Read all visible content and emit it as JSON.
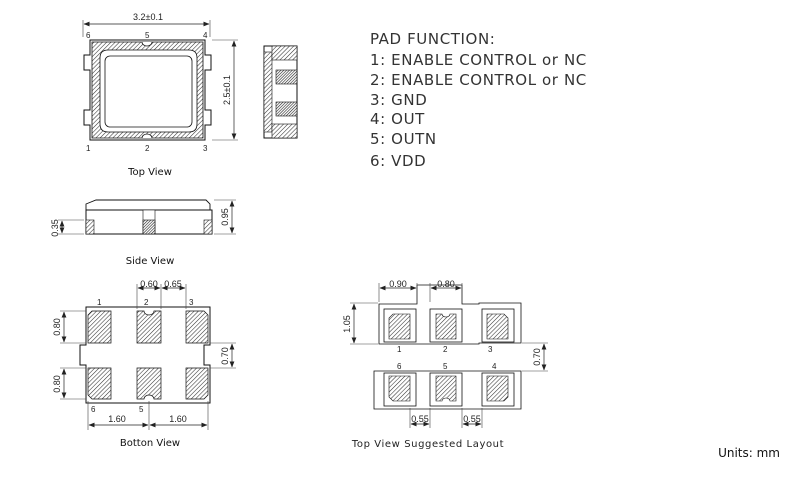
{
  "pad_function": {
    "title": "PAD FUNCTION:",
    "items": [
      "1: ENABLE CONTROL or NC",
      "2: ENABLE CONTROL or NC",
      "3: GND",
      "4: OUT",
      "5: OUTN",
      "6: VDD"
    ]
  },
  "top_view": {
    "caption": "Top View",
    "width_dim": "3.2±0.1",
    "height_dim": "2.5±0.1",
    "pins": {
      "p1": "1",
      "p2": "2",
      "p3": "3",
      "p4": "4",
      "p5": "5",
      "p6": "6"
    }
  },
  "side_view": {
    "caption": "Side View",
    "height_dim": "0.95",
    "pad_dim": "0.35"
  },
  "bottom_view": {
    "caption": "Botton View",
    "pad_w_dim": "0.60",
    "pitch_dim": "0.65",
    "pad_h_top_dim": "0.80",
    "pad_h_bottom_dim": "0.80",
    "gap_dim": "0.70",
    "left_span_dim": "1.60",
    "right_span_dim": "1.60",
    "pins": {
      "p1": "1",
      "p2": "2",
      "p3": "3",
      "p5": "5",
      "p6": "6"
    }
  },
  "layout_view": {
    "caption": "Top View Suggested Layout",
    "land_w_dim": "0.90",
    "pad_w_dim": "0.80",
    "land_h_dim": "1.05",
    "gap_dim": "0.70",
    "spacing_left_dim": "0.55",
    "spacing_right_dim": "0.55",
    "pins": {
      "p1": "1",
      "p2": "2",
      "p3": "3",
      "p4": "4",
      "p5": "5",
      "p6": "6"
    }
  },
  "units": "Units: mm"
}
